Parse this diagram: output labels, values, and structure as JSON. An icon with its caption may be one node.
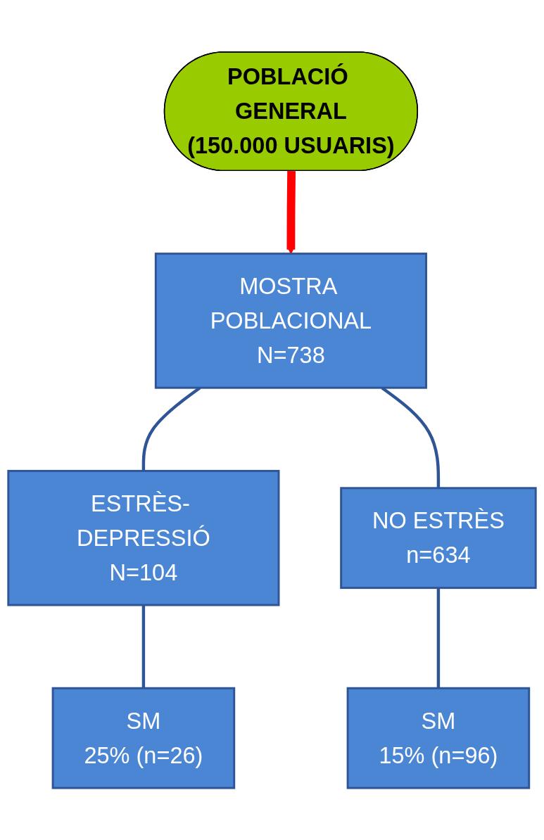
{
  "diagram": {
    "nodes": [
      {
        "text": [
          "POBLACIÓ GENERAL",
          "(150.000 USUARIS)"
        ]
      },
      {
        "text": [
          "MOSTRA POBLACIONAL",
          "N=738"
        ]
      },
      {
        "text": [
          "ESTRÈS- DEPRESSIÓ",
          "N=104"
        ]
      },
      {
        "text": [
          "NO ESTRÈS",
          "n=634"
        ]
      },
      {
        "text": [
          "SM",
          "25% (n=26)"
        ]
      },
      {
        "text": [
          "SM",
          "15% (n=96)"
        ]
      }
    ],
    "edges": [
      {
        "from": 0,
        "to": 1,
        "arrow": "to",
        "style": "thick",
        "color": "#ff0000"
      },
      {
        "from": 1,
        "to": 2,
        "arrow": "none"
      },
      {
        "from": 1,
        "to": 3,
        "arrow": "none"
      },
      {
        "from": 2,
        "to": 4,
        "arrow": "none"
      },
      {
        "from": 3,
        "to": 5,
        "arrow": "none"
      }
    ]
  }
}
